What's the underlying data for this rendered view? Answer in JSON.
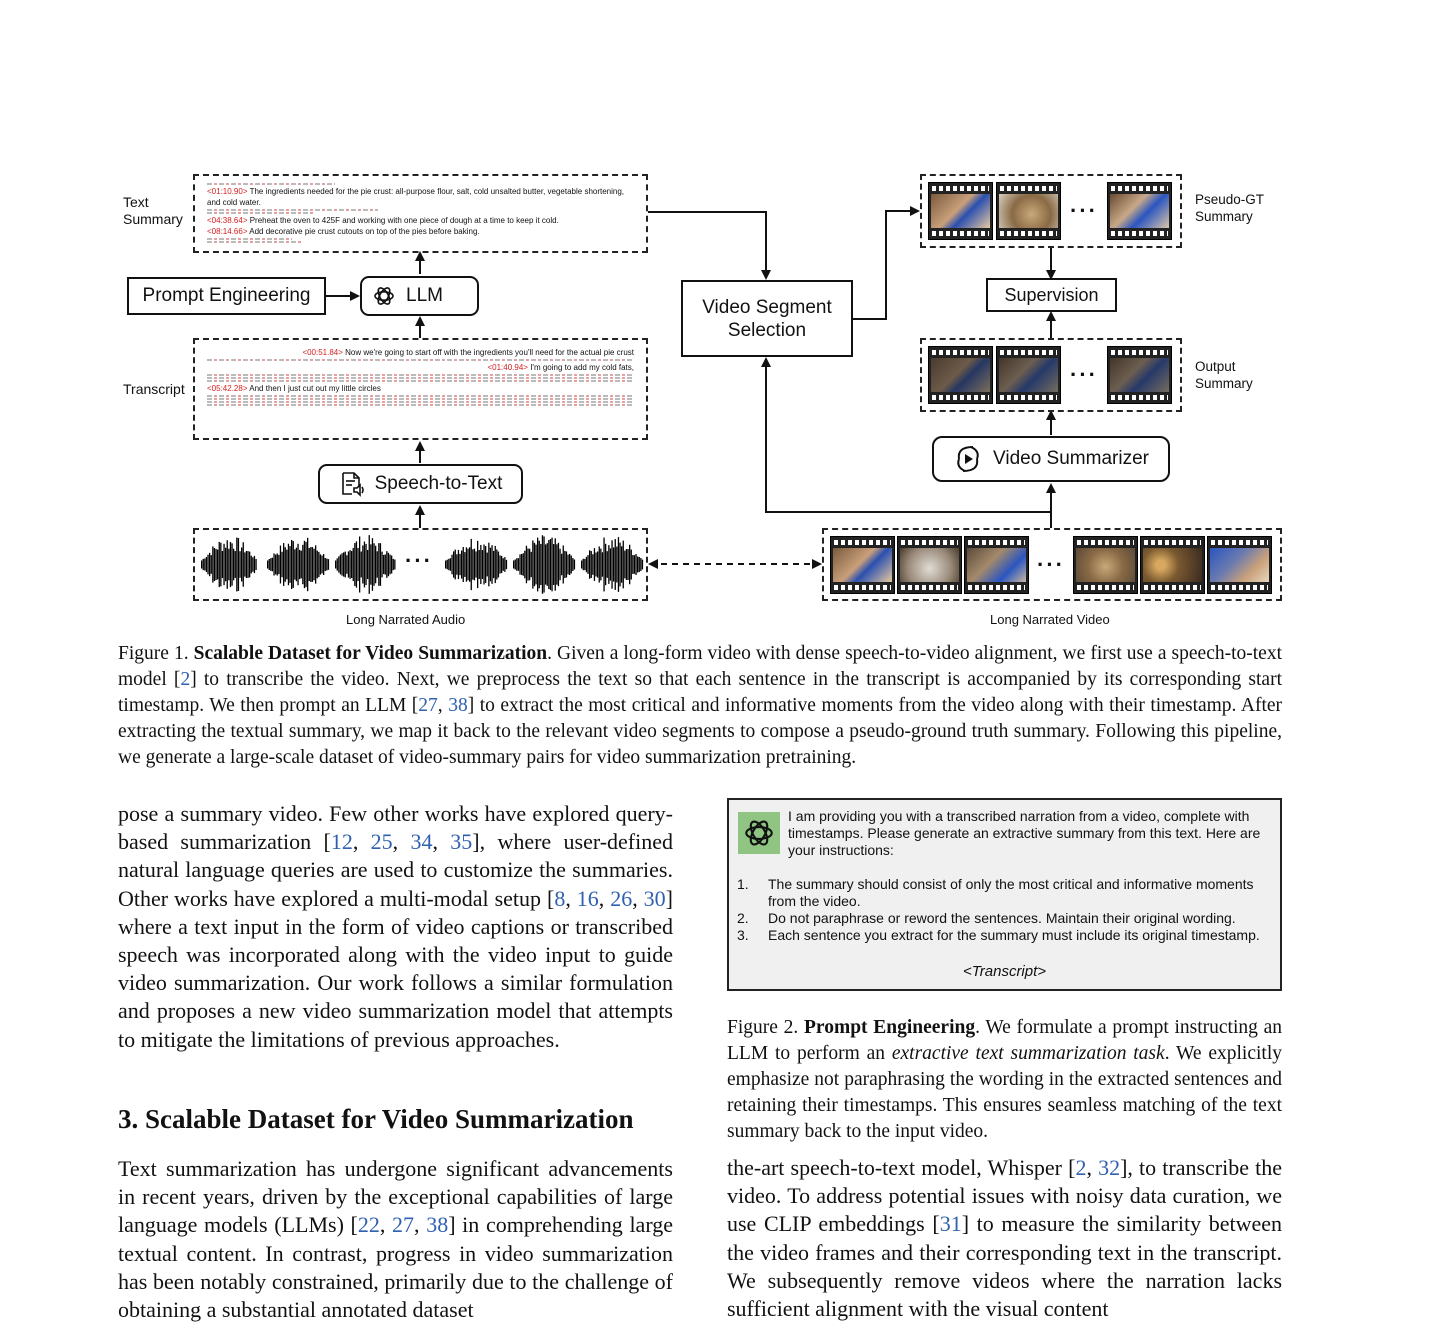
{
  "figure1": {
    "labels": {
      "text_summary": "Text\nSummary",
      "transcript": "Transcript",
      "pseudo_gt": "Pseudo-GT\nSummary",
      "output_summary": "Output\nSummary",
      "long_audio": "Long Narrated Audio",
      "long_video": "Long Narrated Video"
    },
    "boxes": {
      "prompt_engineering": "Prompt Engineering",
      "llm": "LLM",
      "speech_to_text": "Speech-to-Text",
      "video_segment_selection": "Video Segment\nSelection",
      "supervision": "Supervision",
      "video_summarizer": "Video Summarizer"
    },
    "text_summary_lines": [
      {
        "ts": "<01:10.90>",
        "text": " The ingredients needed for the pie crust: all-purpose flour, salt, cold unsalted butter, vegetable shortening, and cold water."
      },
      {
        "ts": "<04:38.64>",
        "text": " Preheat the oven to 425F and working with one piece of dough at a time to keep it cold."
      },
      {
        "ts": "<08:14.66>",
        "text": " Add decorative pie crust cutouts on top of the pies before baking."
      }
    ],
    "transcript_lines": [
      {
        "ts": "<00:51.84>",
        "text": " Now we're going to start off with the ingredients you'll need for the actual pie crust"
      },
      {
        "ts": "<01:40.94>",
        "text": " I'm going to add my cold fats,"
      },
      {
        "ts": "<05:42.28>",
        "text": " And then I just cut out my little circles"
      }
    ],
    "ellipsis": "···"
  },
  "caption1": {
    "prefix": "Figure 1.",
    "title": "Scalable Dataset for Video Summarization",
    "t1": ". Given a long-form video with dense speech-to-video alignment, we first use a speech-to-text model [",
    "c1": "2",
    "t2": "] to transcribe the video. Next, we preprocess the text so that each sentence in the transcript is accompanied by its corresponding start timestamp. We then prompt an LLM [",
    "c2": "27",
    "t3": ", ",
    "c3": "38",
    "t4": "] to extract the most critical and informative moments from the video along with their timestamp. After extracting the textual summary, we map it back to the relevant video segments to compose a pseudo-ground truth summary. Following this pipeline, we generate a large-scale dataset of video-summary pairs for video summarization pretraining."
  },
  "left_col": {
    "para1": {
      "t1": "pose a summary video. Few other works have explored query-based summarization [",
      "c1": "12",
      "s1": ", ",
      "c2": "25",
      "s2": ", ",
      "c3": "34",
      "s3": ", ",
      "c4": "35",
      "t2": "], where user-defined natural language queries are used to customize the summaries. Other works have explored a multi-modal setup [",
      "c5": "8",
      "s4": ", ",
      "c6": "16",
      "s5": ", ",
      "c7": "26",
      "s6": ", ",
      "c8": "30",
      "t3": "] where a text input in the form of video captions or transcribed speech was incorporated along with the video input to guide video summarization. Our work follows a similar formulation and proposes a new video summarization model that attempts to mitigate the limitations of previous approaches."
    },
    "heading": "3. Scalable Dataset for Video Summarization",
    "para2": {
      "t1": "Text summarization has undergone significant advancements in recent years, driven by the exceptional capabilities of large language models (LLMs) [",
      "c1": "22",
      "s1": ", ",
      "c2": "27",
      "s2": ", ",
      "c3": "38",
      "t2": "] in comprehending large textual content. In contrast, progress in video summarization has been notably constrained, primarily due to the challenge of obtaining a substantial annotated dataset"
    }
  },
  "prompt_box": {
    "intro": "I am providing you with a transcribed narration from a video, complete with timestamps. Please generate an extractive summary from this text. Here are your instructions:",
    "items": [
      {
        "n": "1.",
        "text": "The summary should consist of only the most critical and informative moments from the video."
      },
      {
        "n": "2.",
        "text": "Do not paraphrase or reword the sentences. Maintain their original wording."
      },
      {
        "n": "3.",
        "text": "Each sentence you extract for the summary must include its original timestamp."
      }
    ],
    "transcript_tag": "<Transcript>"
  },
  "caption2": {
    "prefix": "Figure 2.",
    "title": "Prompt Engineering",
    "t1": ". We formulate a prompt instructing an LLM to perform an ",
    "em": "extractive text summarization task",
    "t2": ". We explicitly emphasize not paraphrasing the wording in the extracted sentences and retaining their timestamps. This ensures seamless matching of the text summary back to the input video."
  },
  "right_col": {
    "t1": "the-art speech-to-text model, Whisper [",
    "c1": "2",
    "s1": ", ",
    "c2": "32",
    "t2": "], to transcribe the video. To address potential issues with noisy data curation, we use CLIP embeddings [",
    "c3": "31",
    "t3": "] to measure the similarity between the video frames and their corresponding text in the transcript. We subsequently remove videos where the narration lacks sufficient alignment with the visual content"
  },
  "colors": {
    "timestamp_red": "#d42020",
    "citation_blue": "#3060b0",
    "openai_green": "#8fc483"
  }
}
